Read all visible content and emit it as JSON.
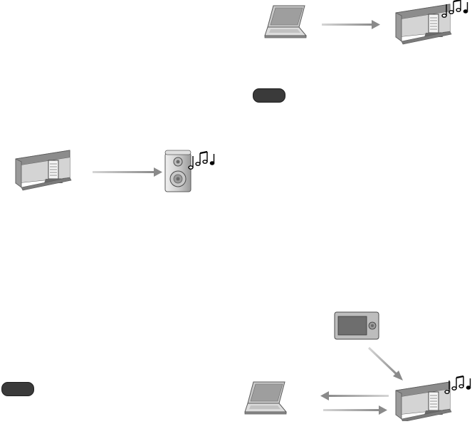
{
  "page": {
    "background": "#ffffff"
  },
  "figures": [
    {
      "id": "laptop-to-dock",
      "icons": [
        "laptop-icon",
        "arrow-right-icon",
        "speaker-dock-icon",
        "music-notes-icon"
      ]
    },
    {
      "id": "dock-to-speaker",
      "icons": [
        "speaker-dock-icon",
        "arrow-right-icon",
        "speaker-icon",
        "music-notes-icon"
      ]
    },
    {
      "id": "multi-device",
      "icons": [
        "media-player-icon",
        "laptop-icon",
        "arrow-left-icon",
        "arrow-right-icon",
        "arrow-diagonal-icon",
        "speaker-dock-icon",
        "music-notes-icon"
      ]
    }
  ],
  "note_badges": [
    {
      "label": "",
      "color": "#3a3a3a"
    },
    {
      "label": "",
      "color": "#3a3a3a"
    }
  ],
  "colors": {
    "device_light": "#e6e6e6",
    "device_mid": "#bdbdbd",
    "device_dark": "#8a8a8a",
    "arrow": "#8f8f8f",
    "outline": "#5a5a5a"
  }
}
